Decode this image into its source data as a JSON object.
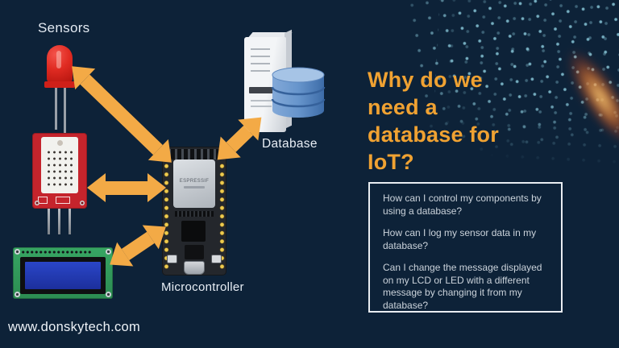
{
  "colors": {
    "background": "#0D2238",
    "heading_accent": "#F0A232",
    "arrow": "#F3AA46",
    "box_border": "#E9EDF1",
    "question_text": "#CBD3DB",
    "label_text": "#E8EEF5"
  },
  "diagram": {
    "sensors_label": "Sensors",
    "microcontroller_label": "Microcontroller",
    "database_label": "Database",
    "chip_brand": "ESPRESSIF"
  },
  "panel": {
    "heading_lines": [
      "Why do we",
      "need a",
      "database for",
      "IoT?"
    ],
    "questions": [
      "How can I control my components by using a database?",
      "How can I log my sensor data in my database?",
      "Can I change the message displayed on my LCD or LED with a different message by changing it from my database?"
    ]
  },
  "footer": {
    "website": "www.donskytech.com"
  }
}
